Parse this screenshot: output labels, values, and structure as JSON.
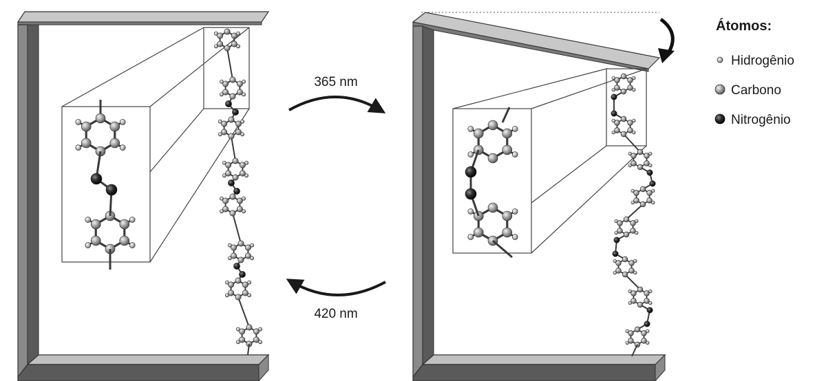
{
  "legend": {
    "title": "Átomos:",
    "items": [
      {
        "label": "Hidrogênio",
        "atom": "H",
        "color": "#9a9a9a"
      },
      {
        "label": "Carbono",
        "atom": "C",
        "color": "#8c8c8c"
      },
      {
        "label": "Nitrogênio",
        "atom": "N",
        "color": "#2a2a2a"
      }
    ]
  },
  "arrows": {
    "forward_label": "365 nm",
    "reverse_label": "420 nm"
  },
  "colors": {
    "frame_dark": "#5a5a5a",
    "frame_mid": "#8a8a8a",
    "frame_light": "#b8b8b8",
    "bond": "#3a3a3a"
  }
}
